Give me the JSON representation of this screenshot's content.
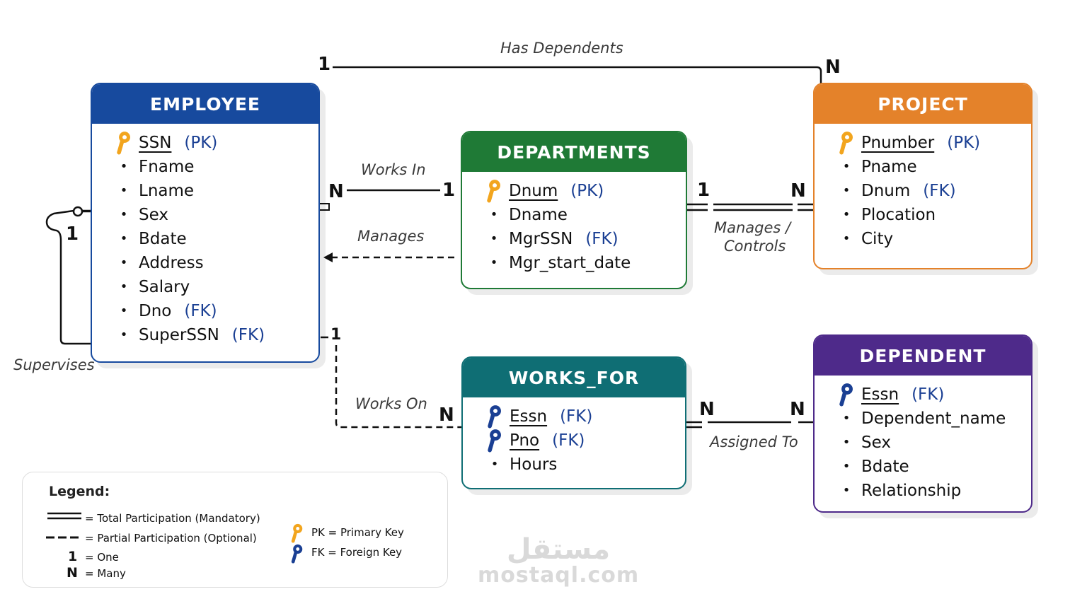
{
  "colors": {
    "employee": "#174a9e",
    "departments": "#1f7a36",
    "project": "#e4822a",
    "works_for": "#0f6e74",
    "dependent": "#4e2a8a",
    "pk_key": "#f2a51e",
    "fk_key": "#1a3f93"
  },
  "entities": {
    "employee": {
      "title": "EMPLOYEE",
      "attributes": [
        {
          "name": "SSN",
          "tag": "(PK)",
          "key": "pk"
        },
        {
          "name": "Fname"
        },
        {
          "name": "Lname"
        },
        {
          "name": "Sex"
        },
        {
          "name": "Bdate"
        },
        {
          "name": "Address"
        },
        {
          "name": "Salary"
        },
        {
          "name": "Dno",
          "tag": "(FK)"
        },
        {
          "name": "SuperSSN",
          "tag": "(FK)"
        }
      ]
    },
    "departments": {
      "title": "DEPARTMENTS",
      "attributes": [
        {
          "name": "Dnum",
          "tag": "(PK)",
          "key": "pk"
        },
        {
          "name": "Dname"
        },
        {
          "name": "MgrSSN",
          "tag": "(FK)"
        },
        {
          "name": "Mgr_start_date"
        }
      ]
    },
    "project": {
      "title": "PROJECT",
      "attributes": [
        {
          "name": "Pnumber",
          "tag": "(PK)",
          "key": "pk"
        },
        {
          "name": "Pname"
        },
        {
          "name": "Dnum",
          "tag": "(FK)"
        },
        {
          "name": "Plocation"
        },
        {
          "name": "City"
        }
      ]
    },
    "works_for": {
      "title": "WORKS_FOR",
      "attributes": [
        {
          "name": "Essn",
          "tag": "(FK)",
          "key": "fk"
        },
        {
          "name": "Pno",
          "tag": "(FK)",
          "key": "fk"
        },
        {
          "name": "Hours"
        }
      ]
    },
    "dependent": {
      "title": "DEPENDENT",
      "attributes": [
        {
          "name": "Essn",
          "tag": "(FK)",
          "key": "fk"
        },
        {
          "name": "Dependent_name"
        },
        {
          "name": "Sex"
        },
        {
          "name": "Bdate"
        },
        {
          "name": "Relationship"
        }
      ]
    }
  },
  "relationships": {
    "has_dependents": {
      "label": "Has Dependents",
      "from_card": "1",
      "to_card": "N"
    },
    "works_in": {
      "label": "Works In",
      "from_card": "N",
      "to_card": "1"
    },
    "manages": {
      "label": "Manages"
    },
    "manages_controls": {
      "label": "Manages / Controls",
      "label_line1": "Manages /",
      "label_line2": "Controls",
      "from_card": "1",
      "to_card": "N"
    },
    "supervises": {
      "label": "Supervises",
      "card": "1"
    },
    "works_on": {
      "label": "Works On",
      "from_card": "1",
      "to_card": "N"
    },
    "assigned_to": {
      "label": "Assigned To",
      "from_card": "N",
      "to_card": "N"
    }
  },
  "legend": {
    "title": "Legend:",
    "total": "=  Total Participation (Mandatory)",
    "partial": "=  Partial Participation (Optional)",
    "one_symbol": "1",
    "one": "=  One",
    "many_symbol": "N",
    "many": "=  Many",
    "pk": "PK  =  Primary Key",
    "fk": "FK  =  Foreign Key"
  },
  "watermark": {
    "arabic": "مستقل",
    "latin": "mostaql.com"
  }
}
